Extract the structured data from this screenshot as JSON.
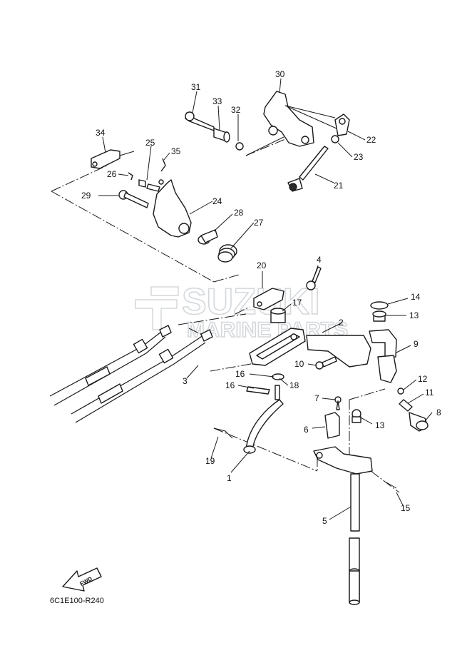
{
  "diagram_code": "6C1E100-R240",
  "fwd_label": "FWD",
  "watermark": {
    "line1": "SUZUKI",
    "line2": "MARINE PARTS"
  },
  "callouts": {
    "c1": "1",
    "c2": "2",
    "c3": "3",
    "c4": "4",
    "c5": "5",
    "c6": "6",
    "c7": "7",
    "c8": "8",
    "c9": "9",
    "c10": "10",
    "c11": "11",
    "c12": "12",
    "c13a": "13",
    "c13b": "13",
    "c14": "14",
    "c15": "15",
    "c16a": "16",
    "c16b": "16",
    "c17": "17",
    "c18": "18",
    "c19": "19",
    "c20": "20",
    "c21": "21",
    "c22": "22",
    "c23": "23",
    "c24": "24",
    "c25": "25",
    "c26": "26",
    "c27": "27",
    "c28": "28",
    "c29": "29",
    "c30": "30",
    "c31": "31",
    "c32": "32",
    "c33": "33",
    "c34": "34",
    "c35": "35"
  }
}
